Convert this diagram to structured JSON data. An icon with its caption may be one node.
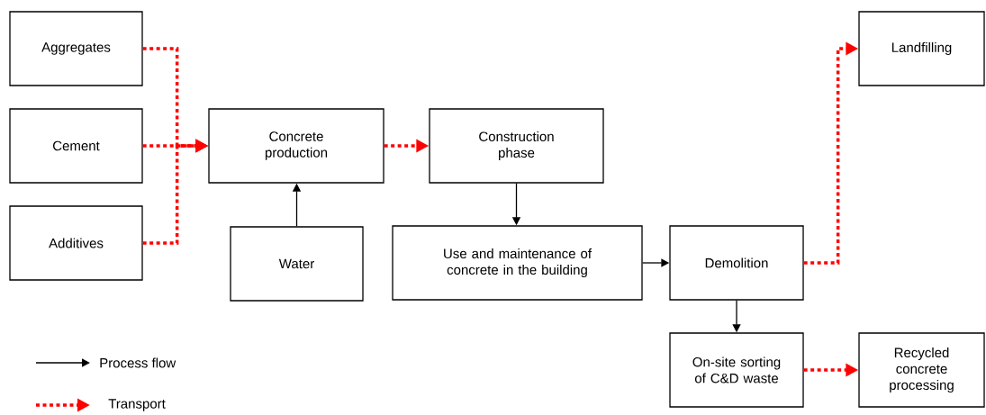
{
  "diagram": {
    "nodes": [
      {
        "text": [
          "Aggregates"
        ]
      },
      {
        "text": [
          "Cement"
        ]
      },
      {
        "text": [
          "Additives"
        ]
      },
      {
        "text": [
          "Concrete production"
        ]
      },
      {
        "text": [
          "Water"
        ]
      },
      {
        "text": [
          "Construction phase"
        ]
      },
      {
        "text": [
          "Use and maintenance of concrete in the building"
        ]
      },
      {
        "text": [
          "Demolition"
        ]
      },
      {
        "text": [
          "Landfilling"
        ]
      },
      {
        "text": [
          "On-site sorting of C&D waste"
        ]
      },
      {
        "text": [
          "Recycled concrete processing"
        ]
      }
    ],
    "edges": [
      {
        "from": 0,
        "to": 3,
        "arrow": "to",
        "style": "dashed"
      },
      {
        "from": 1,
        "to": 3,
        "arrow": "to",
        "style": "dashed"
      },
      {
        "from": 2,
        "to": 3,
        "arrow": "to",
        "style": "dashed"
      },
      {
        "from": 4,
        "to": 3,
        "arrow": "to",
        "color": "#000000"
      },
      {
        "from": 3,
        "to": 5,
        "arrow": "to",
        "style": "dashed"
      },
      {
        "from": 5,
        "to": 6,
        "arrow": "to",
        "color": "#000000"
      },
      {
        "from": 6,
        "to": 7,
        "arrow": "to",
        "color": "#000000"
      },
      {
        "from": 7,
        "to": 8,
        "arrow": "to",
        "style": "dashed"
      },
      {
        "from": 7,
        "to": 9,
        "arrow": "to",
        "color": "#000000"
      },
      {
        "from": 9,
        "to": 10,
        "arrow": "to",
        "style": "dashed"
      }
    ],
    "legend": [
      {
        "text": "Process flow"
      },
      {
        "text": "Transport"
      }
    ]
  }
}
